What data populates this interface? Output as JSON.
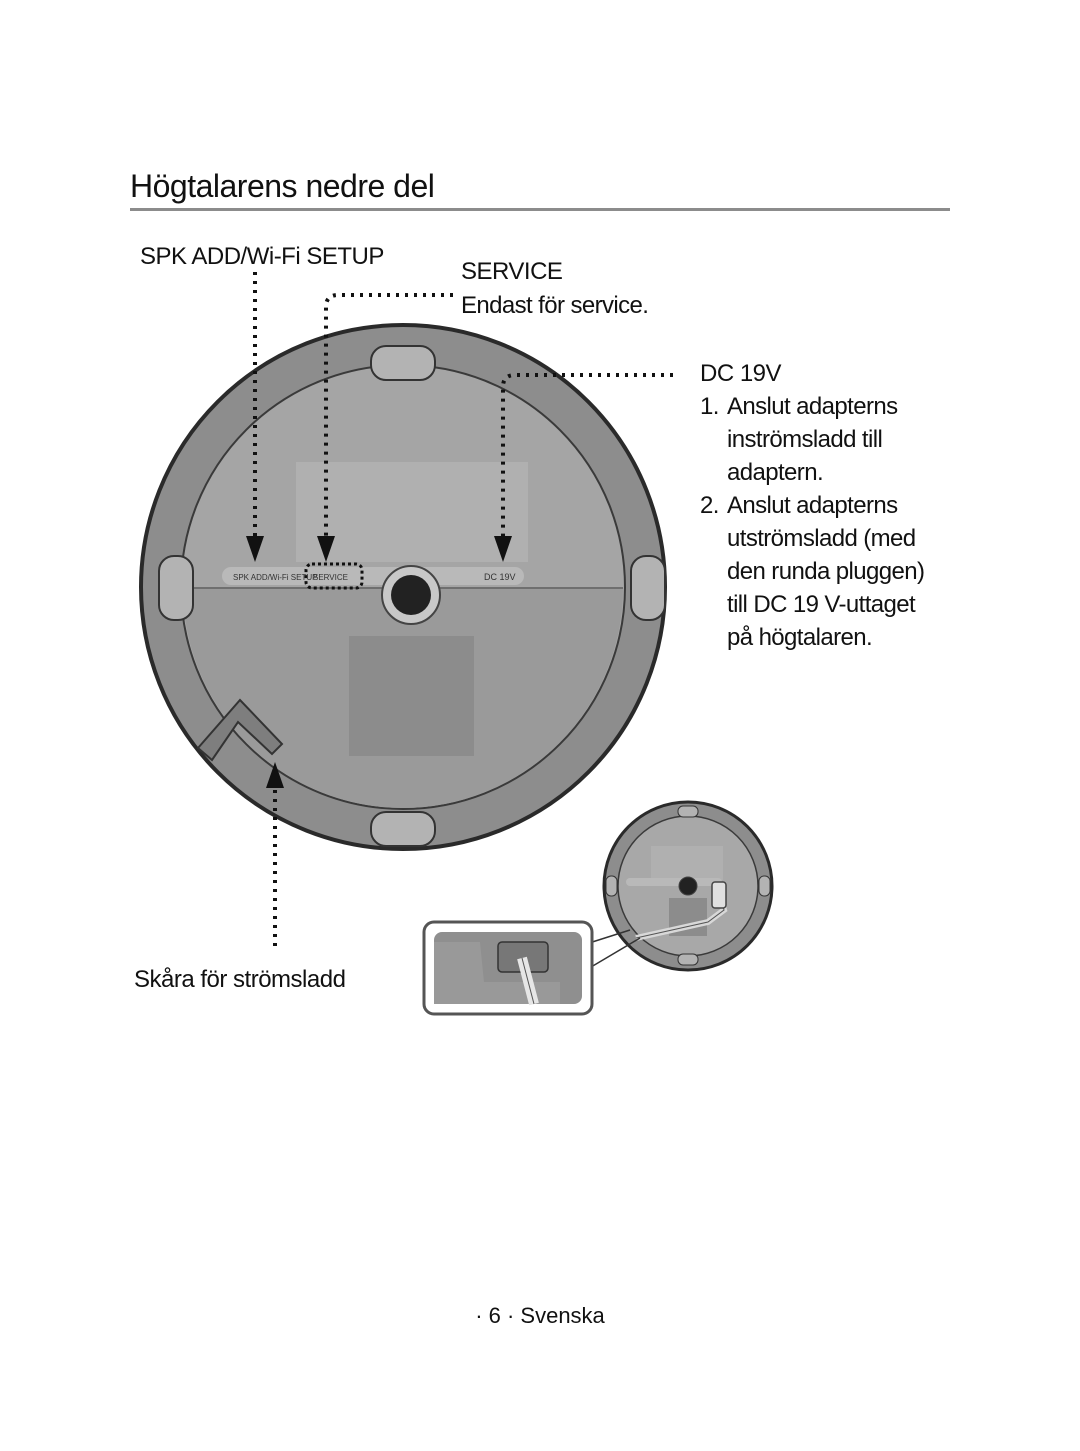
{
  "page": {
    "title": "Högtalarens nedre del",
    "footer": "· 6 · Svenska"
  },
  "labels": {
    "spk_add": "SPK ADD/Wi-Fi SETUP",
    "service_heading": "SERVICE",
    "service_desc": "Endast för service.",
    "dc_heading": "DC 19V",
    "slot": "Skåra för strömsladd"
  },
  "dc_steps": [
    {
      "num": "1.",
      "lines": [
        "Anslut adapterns",
        "inströmsladd till",
        "adaptern."
      ]
    },
    {
      "num": "2.",
      "lines": [
        "Anslut adapterns",
        "utströmsladd (med",
        "den runda pluggen)",
        "till DC 19 V-uttaget",
        "på högtalaren."
      ]
    }
  ],
  "device_labels": {
    "spk": "SPK ADD/Wi-Fi SETUP",
    "service": "SERVICE",
    "dc": "DC 19V"
  },
  "colors": {
    "rim": "#8a8a8a",
    "body": "#a3a3a3",
    "plate": "#b1b1b1",
    "lower": "#9b9b9b",
    "outline": "#2a2a2a"
  }
}
